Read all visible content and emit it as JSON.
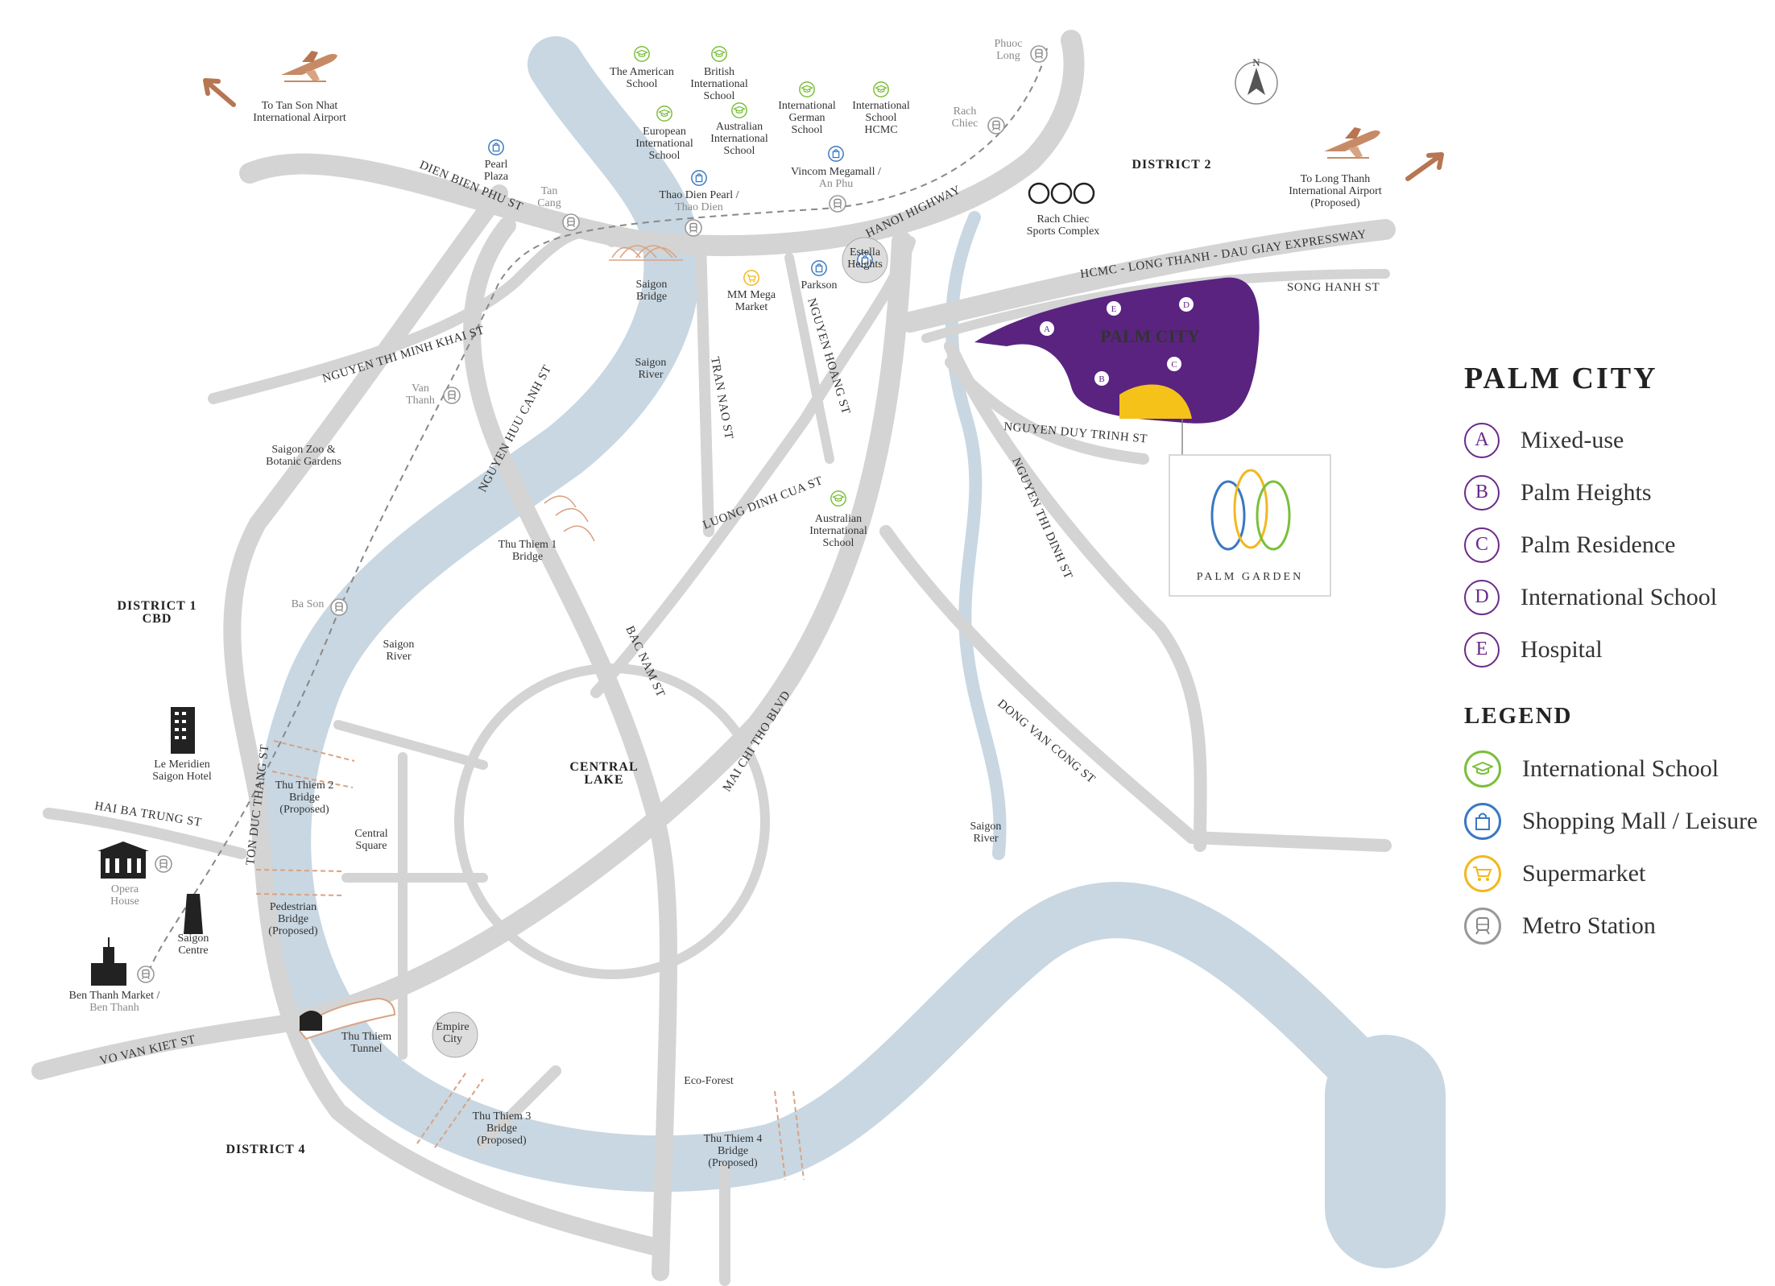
{
  "districts": {
    "d1": "DISTRICT 1",
    "d1b": "CBD",
    "d2": "DISTRICT 2",
    "d4": "DISTRICT 4"
  },
  "project": {
    "name": "PALM CITY",
    "brand": "PALM GARDEN",
    "central_lake_1": "CENTRAL",
    "central_lake_2": "LAKE"
  },
  "roads": {
    "dien_bien_phu": "DIEN BIEN PHU ST",
    "hanoi_highway": "HANOI HIGHWAY",
    "expressway": "HCMC - LONG THANH - DAU GIAY EXPRESSWAY",
    "song_hanh": "SONG HANH ST",
    "nguyen_thi_minh_khai": "NGUYEN THI MINH KHAI ST",
    "nguyen_huu_canh": "NGUYEN HUU CANH ST",
    "tran_nao": "TRAN NAO ST",
    "nguyen_hoang": "NGUYEN HOANG ST",
    "luong_dinh_cua": "LUONG DINH CUA ST",
    "nguyen_duy_trinh": "NGUYEN DUY TRINH ST",
    "nguyen_thi_dinh": "NGUYEN THI DINH ST",
    "bac_nam": "BAC NAM ST",
    "mai_chi_tho": "MAI CHI THO BLVD",
    "dong_van_cong": "DONG VAN CONG ST",
    "ton_duc_thang": "TON DUC THANG ST",
    "hai_ba_trung": "HAI BA TRUNG ST",
    "vo_van_kiet": "VO VAN KIET ST"
  },
  "places": {
    "airport_tsn": [
      "To Tan Son Nhat",
      "International Airport"
    ],
    "airport_lt": [
      "To Long Thanh",
      "International Airport",
      "(Proposed)"
    ],
    "american_school": [
      "The American",
      "School"
    ],
    "british_school": [
      "British",
      "International",
      "School"
    ],
    "european_school": [
      "European",
      "International",
      "School"
    ],
    "australian_school_top": [
      "Australian",
      "International",
      "School"
    ],
    "german_school": [
      "International",
      "German",
      "School"
    ],
    "ishcmc": [
      "International",
      "School",
      "HCMC"
    ],
    "phuoc_long": [
      "Phuoc",
      "Long"
    ],
    "rach_chiec": [
      "Rach",
      "Chiec"
    ],
    "pearl_plaza": [
      "Pearl",
      "Plaza"
    ],
    "tan_cang": [
      "Tan",
      "Cang"
    ],
    "thao_dien_pearl": [
      "Thao Dien Pearl /",
      "Thao Dien"
    ],
    "vincom": [
      "Vincom Megamall /",
      "An Phu"
    ],
    "rach_chiec_sports": [
      "Rach Chiec",
      "Sports Complex"
    ],
    "saigon_bridge": [
      "Saigon",
      "Bridge"
    ],
    "mm_mega": [
      "MM Mega",
      "Market"
    ],
    "parkson": [
      "Parkson"
    ],
    "estella": [
      "Estella",
      "Heights"
    ],
    "saigon_river_1": [
      "Saigon",
      "River"
    ],
    "van_thanh": [
      "Van",
      "Thanh"
    ],
    "saigon_zoo": [
      "Saigon Zoo &",
      "Botanic Gardens"
    ],
    "thu_thiem_1": [
      "Thu Thiem 1",
      "Bridge"
    ],
    "australian_school_mid": [
      "Australian",
      "International",
      "School"
    ],
    "ba_son": [
      "Ba Son"
    ],
    "saigon_river_2": [
      "Saigon",
      "River"
    ],
    "le_meridien": [
      "Le Meridien",
      "Saigon Hotel"
    ],
    "thu_thiem_2": [
      "Thu Thiem 2",
      "Bridge",
      "(Proposed)"
    ],
    "central_square": [
      "Central",
      "Square"
    ],
    "opera_house": [
      "Opera",
      "House"
    ],
    "saigon_centre": [
      "Saigon",
      "Centre"
    ],
    "pedestrian_bridge": [
      "Pedestrian",
      "Bridge",
      "(Proposed)"
    ],
    "ben_thanh": [
      "Ben Thanh Market /",
      "Ben Thanh"
    ],
    "thu_thiem_tunnel": [
      "Thu Thiem",
      "Tunnel"
    ],
    "empire_city": [
      "Empire",
      "City"
    ],
    "eco_forest": [
      "Eco-Forest"
    ],
    "thu_thiem_3": [
      "Thu Thiem 3",
      "Bridge",
      "(Proposed)"
    ],
    "thu_thiem_4": [
      "Thu Thiem 4",
      "Bridge",
      "(Proposed)"
    ],
    "saigon_river_3": [
      "Saigon",
      "River"
    ]
  },
  "compass": "N",
  "palm_city_legend": {
    "title": "PALM CITY",
    "items": [
      {
        "letter": "A",
        "label": "Mixed-use"
      },
      {
        "letter": "B",
        "label": "Palm Heights"
      },
      {
        "letter": "C",
        "label": "Palm Residence"
      },
      {
        "letter": "D",
        "label": "International School"
      },
      {
        "letter": "E",
        "label": "Hospital"
      }
    ]
  },
  "legend": {
    "title": "LEGEND",
    "items": [
      {
        "icon": "graduation-cap-icon",
        "color": "#7bbf3a",
        "label": "International School"
      },
      {
        "icon": "shopping-bag-icon",
        "color": "#3a78c2",
        "label": "Shopping Mall / Leisure"
      },
      {
        "icon": "shopping-cart-icon",
        "color": "#f2b81f",
        "label": "Supermarket"
      },
      {
        "icon": "metro-train-icon",
        "color": "#8a8a8a",
        "label": "Metro Station"
      }
    ]
  },
  "colors": {
    "purple": "#5a2380",
    "river": "#c8d7e2",
    "road": "#d6d6d6",
    "yellow": "#f5c21a"
  }
}
